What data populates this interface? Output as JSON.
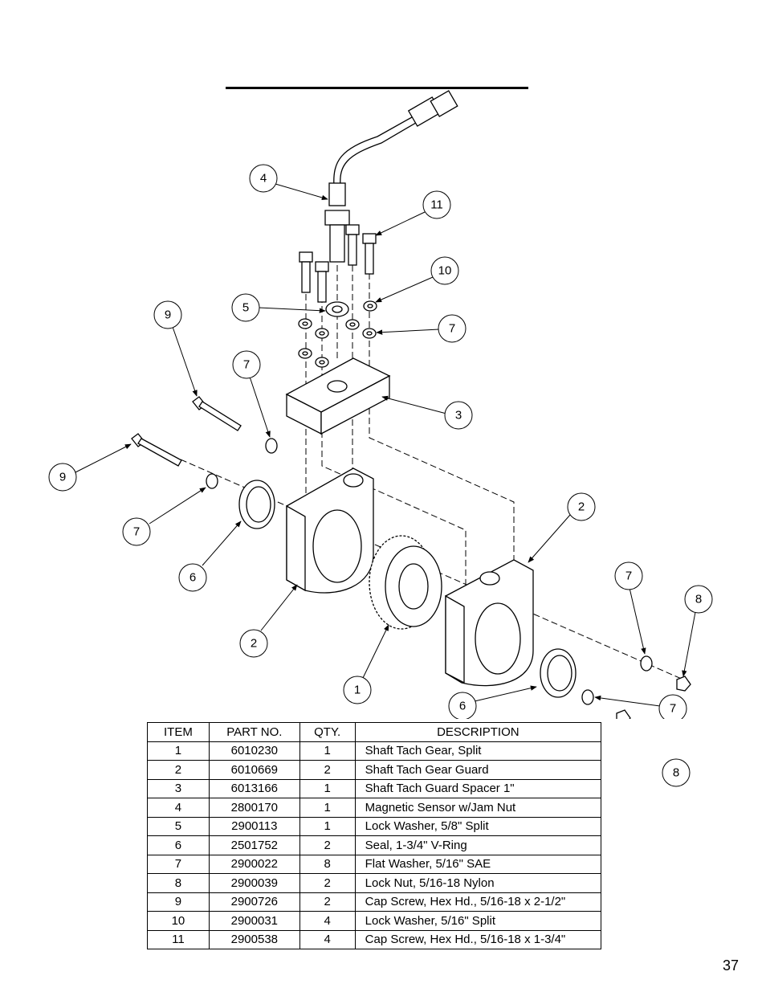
{
  "callouts": [
    {
      "label": "4"
    },
    {
      "label": "11"
    },
    {
      "label": "10"
    },
    {
      "label": "5"
    },
    {
      "label": "9"
    },
    {
      "label": "7"
    },
    {
      "label": "7"
    },
    {
      "label": "3"
    },
    {
      "label": "9"
    },
    {
      "label": "7"
    },
    {
      "label": "2"
    },
    {
      "label": "6"
    },
    {
      "label": "7"
    },
    {
      "label": "8"
    },
    {
      "label": "2"
    },
    {
      "label": "1"
    },
    {
      "label": "6"
    },
    {
      "label": "7"
    },
    {
      "label": "8"
    }
  ],
  "table": {
    "headers": [
      "ITEM",
      "PART NO.",
      "QTY.",
      "DESCRIPTION"
    ],
    "rows": [
      [
        "1",
        "6010230",
        "1",
        "Shaft Tach Gear, Split"
      ],
      [
        "2",
        "6010669",
        "2",
        "Shaft Tach Gear Guard"
      ],
      [
        "3",
        "6013166",
        "1",
        "Shaft Tach Guard Spacer 1\""
      ],
      [
        "4",
        "2800170",
        "1",
        "Magnetic Sensor w/Jam Nut"
      ],
      [
        "5",
        "2900113",
        "1",
        "Lock Washer, 5/8\" Split"
      ],
      [
        "6",
        "2501752",
        "2",
        "Seal, 1-3/4\" V-Ring"
      ],
      [
        "7",
        "2900022",
        "8",
        "Flat Washer, 5/16\" SAE"
      ],
      [
        "8",
        "2900039",
        "2",
        "Lock Nut, 5/16-18 Nylon"
      ],
      [
        "9",
        "2900726",
        "2",
        "Cap Screw, Hex Hd., 5/16-18 x 2-1/2\""
      ],
      [
        "10",
        "2900031",
        "4",
        "Lock Washer, 5/16\" Split"
      ],
      [
        "11",
        "2900538",
        "4",
        "Cap Screw, Hex Hd., 5/16-18 x 1-3/4\""
      ]
    ]
  },
  "page_number": "37"
}
